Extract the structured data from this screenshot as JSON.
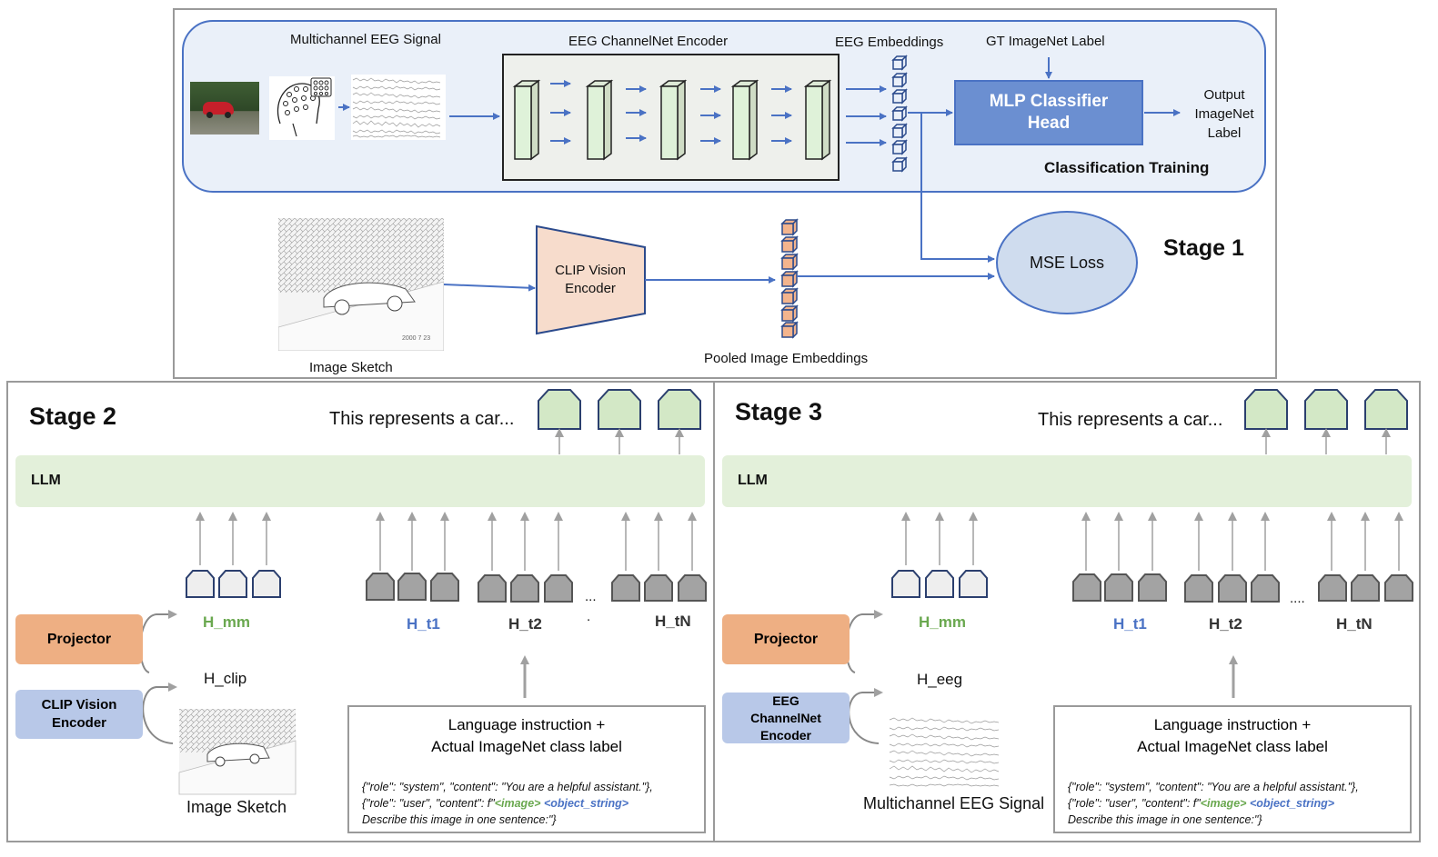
{
  "stage1": {
    "title": "Stage 1",
    "eeg_signal_label": "Multichannel EEG Signal",
    "encoder_label": "EEG ChannelNet Encoder",
    "eeg_embeddings_label": "EEG Embeddings",
    "gt_label": "GT ImageNet Label",
    "mlp_head": "MLP Classifier Head",
    "output_label": "Output ImageNet Label",
    "classification_training": "Classification Training",
    "mse_loss": "MSE Loss",
    "clip_encoder": "CLIP Vision Encoder",
    "image_sketch": "Image Sketch",
    "pooled_embeddings": "Pooled Image Embeddings"
  },
  "stage2": {
    "title": "Stage 2",
    "output_text": "This represents a car...",
    "llm": "LLM",
    "projector": "Projector",
    "clip_encoder": "CLIP Vision Encoder",
    "h_mm": "H_mm",
    "h_clip": "H_clip",
    "h_t1": "H_t1",
    "h_t2": "H_t2",
    "h_tn": "H_tN",
    "ellipsis": "...",
    "dot": ".",
    "image_sketch": "Image Sketch",
    "instruction_title_1": "Language instruction +",
    "instruction_title_2": "Actual ImageNet class label",
    "code_line1": "{\"role\": \"system\", \"content\": \"You are a helpful assistant.\"},",
    "code_line2_prefix": "{\"role\": \"user\", \"content\": f\"",
    "code_image_token": "<image>",
    "code_object_token": "<object_string>",
    "code_line3": "Describe this image in one sentence:\"}"
  },
  "stage3": {
    "title": "Stage 3",
    "output_text": "This represents a car...",
    "llm": "LLM",
    "projector": "Projector",
    "eeg_encoder": "EEG ChannelNet Encoder",
    "h_mm": "H_mm",
    "h_eeg": "H_eeg",
    "h_t1": "H_t1",
    "h_t2": "H_t2",
    "h_tn": "H_tN",
    "ellipsis": "....",
    "eeg_signal": "Multichannel EEG Signal",
    "instruction_title_1": "Language instruction +",
    "instruction_title_2": "Actual ImageNet class label",
    "code_line1": "{\"role\": \"system\", \"content\": \"You are a helpful assistant.\"},",
    "code_line2_prefix": "{\"role\": \"user\", \"content\": f\"",
    "code_image_token": "<image>",
    "code_object_token": "<object_string>",
    "code_line3": "Describe this image in one sentence:\"}"
  },
  "colors": {
    "blue_arrow": "#4a72c4",
    "mlp_fill": "#6b8fd1",
    "stage1_panel": "#eaf0f9",
    "llm_green": "#e3f0da",
    "token_green": "#d3e8c6",
    "projector": "#eeaf83",
    "clip_blue": "#b8c8e8",
    "clip_trap": "#f7dccc",
    "mse": "#cfdcee",
    "embed_orange": "#f3b48d",
    "h_mm_green": "#6aa84f",
    "h_t1_blue": "#4a72c4"
  }
}
